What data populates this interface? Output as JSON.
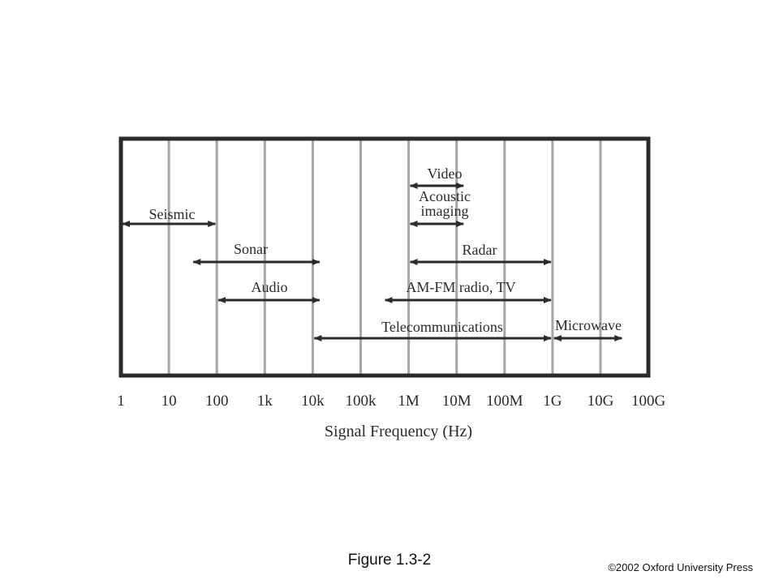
{
  "chart_data": {
    "type": "range",
    "xlabel": "Signal Frequency (Hz)",
    "x_scale": "log",
    "xlim_hz": [
      1,
      100000000000
    ],
    "tick_labels": [
      "1",
      "10",
      "100",
      "1k",
      "10k",
      "100k",
      "1M",
      "10M",
      "100M",
      "1G",
      "10G",
      "100G"
    ],
    "tick_values": [
      1,
      10,
      100,
      1000,
      10000,
      100000,
      1000000,
      10000000,
      100000000,
      1000000000,
      10000000000,
      100000000000
    ],
    "grid": true,
    "bands": [
      {
        "name": "Video",
        "from": 1000000,
        "to": 15000000
      },
      {
        "name": "Acoustic imaging",
        "from": 1000000,
        "to": 15000000
      },
      {
        "name": "Seismic",
        "from": 1,
        "to": 100
      },
      {
        "name": "Sonar",
        "from": 30,
        "to": 15000
      },
      {
        "name": "Radar",
        "from": 1000000,
        "to": 1000000000
      },
      {
        "name": "Audio",
        "from": 100,
        "to": 15000
      },
      {
        "name": "AM-FM radio, TV",
        "from": 300000,
        "to": 1000000000
      },
      {
        "name": "Telecommunications",
        "from": 10000,
        "to": 1000000000
      },
      {
        "name": "Microwave",
        "from": 1000000000,
        "to": 30000000000
      }
    ],
    "colors": {
      "frame": "#2b2b2b",
      "grid": "#a6a6a6",
      "arrow": "#2b2b2b",
      "text": "#2a2a2a"
    }
  },
  "caption": "Figure 1.3-2",
  "copyright": "©2002 Oxford University Press"
}
